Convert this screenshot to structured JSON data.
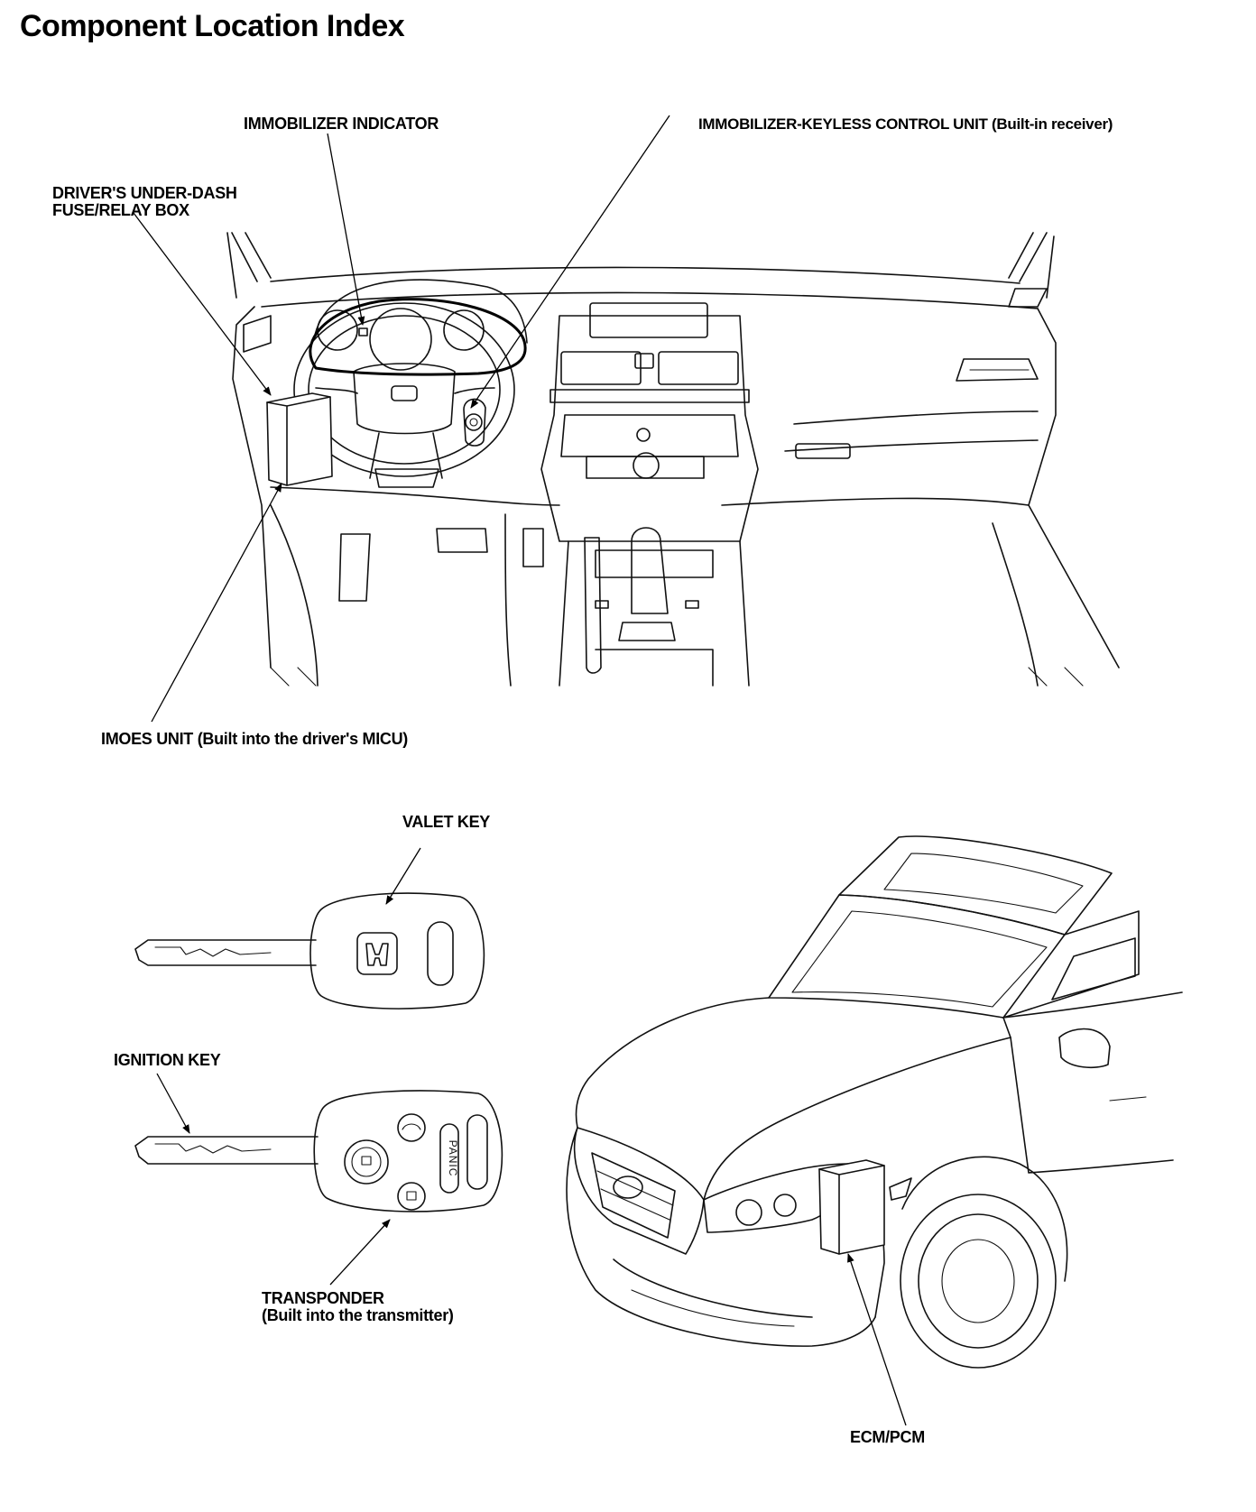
{
  "title": "Component Location Index",
  "labels": {
    "immobilizer_indicator": "IMMOBILIZER INDICATOR",
    "control_unit": "IMMOBILIZER-KEYLESS CONTROL UNIT (Built-in receiver)",
    "fuse_box_line1": "DRIVER'S UNDER-DASH",
    "fuse_box_line2": "FUSE/RELAY BOX",
    "imoes_unit": "IMOES UNIT (Built into the driver's MICU)",
    "valet_key": "VALET KEY",
    "ignition_key": "IGNITION KEY",
    "transponder_line1": "TRANSPONDER",
    "transponder_line2": "(Built into the transmitter)",
    "ecm_pcm": "ECM/PCM"
  },
  "fob_panic_text": "PANIC"
}
